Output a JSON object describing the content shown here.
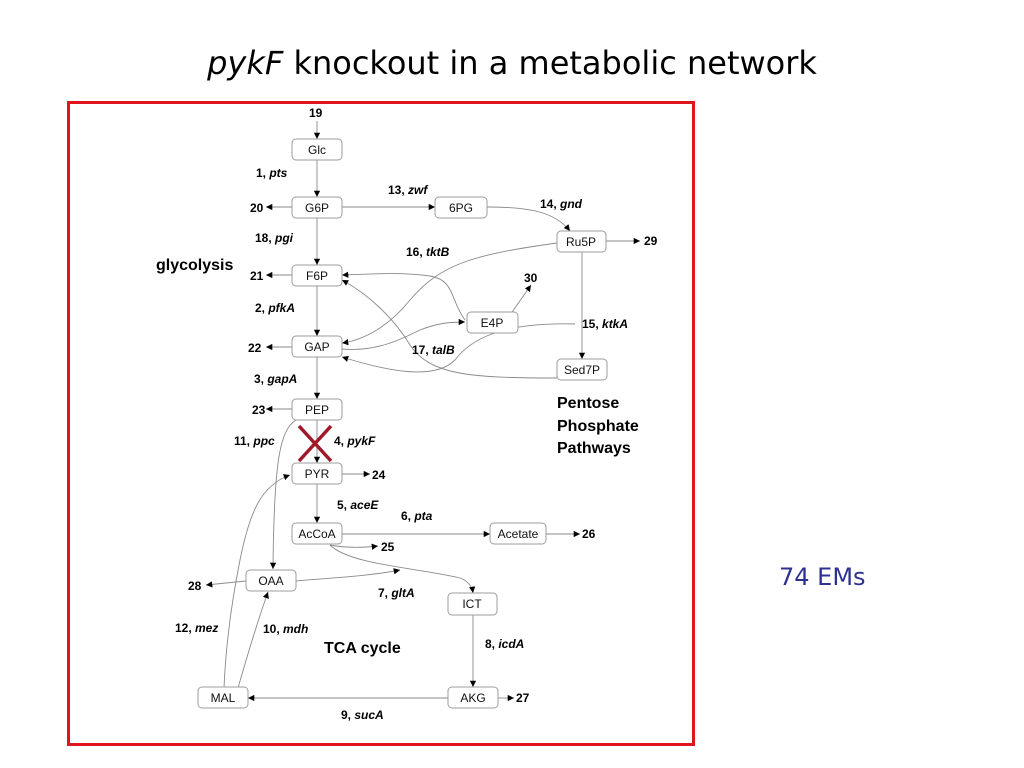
{
  "slide": {
    "title_gene": "pykF",
    "title_rest": " knockout in a metabolic network",
    "ems_label": "74 EMs"
  },
  "colors": {
    "frame": "#e0161e",
    "knockout_mark": "#9e1a2a",
    "ems_text": "#2e3192",
    "edge": "#8a8a8a",
    "node_border": "#9c9c9c"
  },
  "network": {
    "nodes": {
      "glc": "Glc",
      "g6p": "G6P",
      "pg6": "6PG",
      "ru5p": "Ru5P",
      "f6p": "F6P",
      "e4p": "E4P",
      "gap": "GAP",
      "sed7p": "Sed7P",
      "pep": "PEP",
      "pyr": "PYR",
      "accoa": "AcCoA",
      "acetate": "Acetate",
      "oaa": "OAA",
      "ict": "ICT",
      "mal": "MAL",
      "akg": "AKG"
    },
    "reactions": {
      "r1": {
        "num": "1, ",
        "gene": "pts"
      },
      "r2": {
        "num": "2, ",
        "gene": "pfkA"
      },
      "r3": {
        "num": "3, ",
        "gene": "gapA"
      },
      "r4": {
        "num": "4, ",
        "gene": "pykF"
      },
      "r5": {
        "num": "5, ",
        "gene": "aceE"
      },
      "r6": {
        "num": "6, ",
        "gene": "pta"
      },
      "r7": {
        "num": "7, ",
        "gene": "gltA"
      },
      "r8": {
        "num": "8, ",
        "gene": "icdA"
      },
      "r9": {
        "num": "9, ",
        "gene": "sucA"
      },
      "r10": {
        "num": "10, ",
        "gene": "mdh"
      },
      "r11": {
        "num": "11, ",
        "gene": "ppc"
      },
      "r12": {
        "num": "12, ",
        "gene": "mez"
      },
      "r13": {
        "num": "13, ",
        "gene": "zwf"
      },
      "r14": {
        "num": "14, ",
        "gene": "gnd"
      },
      "r15": {
        "num": "15, ",
        "gene": "ktkA"
      },
      "r16": {
        "num": "16, ",
        "gene": "tktB"
      },
      "r17": {
        "num": "17, ",
        "gene": "talB"
      }
    },
    "exchanges": {
      "x19": "19",
      "x20": "20",
      "x21": "21",
      "x22": "22",
      "x23": "23",
      "x24": "24",
      "x25": "25",
      "x26": "26",
      "x27": "27",
      "x28": "28",
      "x29": "29",
      "x30": "30"
    },
    "regions": {
      "glycolysis": "glycolysis",
      "ppp_line1": "Pentose",
      "ppp_line2": "Phosphate",
      "ppp_line3": "Pathways",
      "tca": "TCA cycle"
    }
  }
}
